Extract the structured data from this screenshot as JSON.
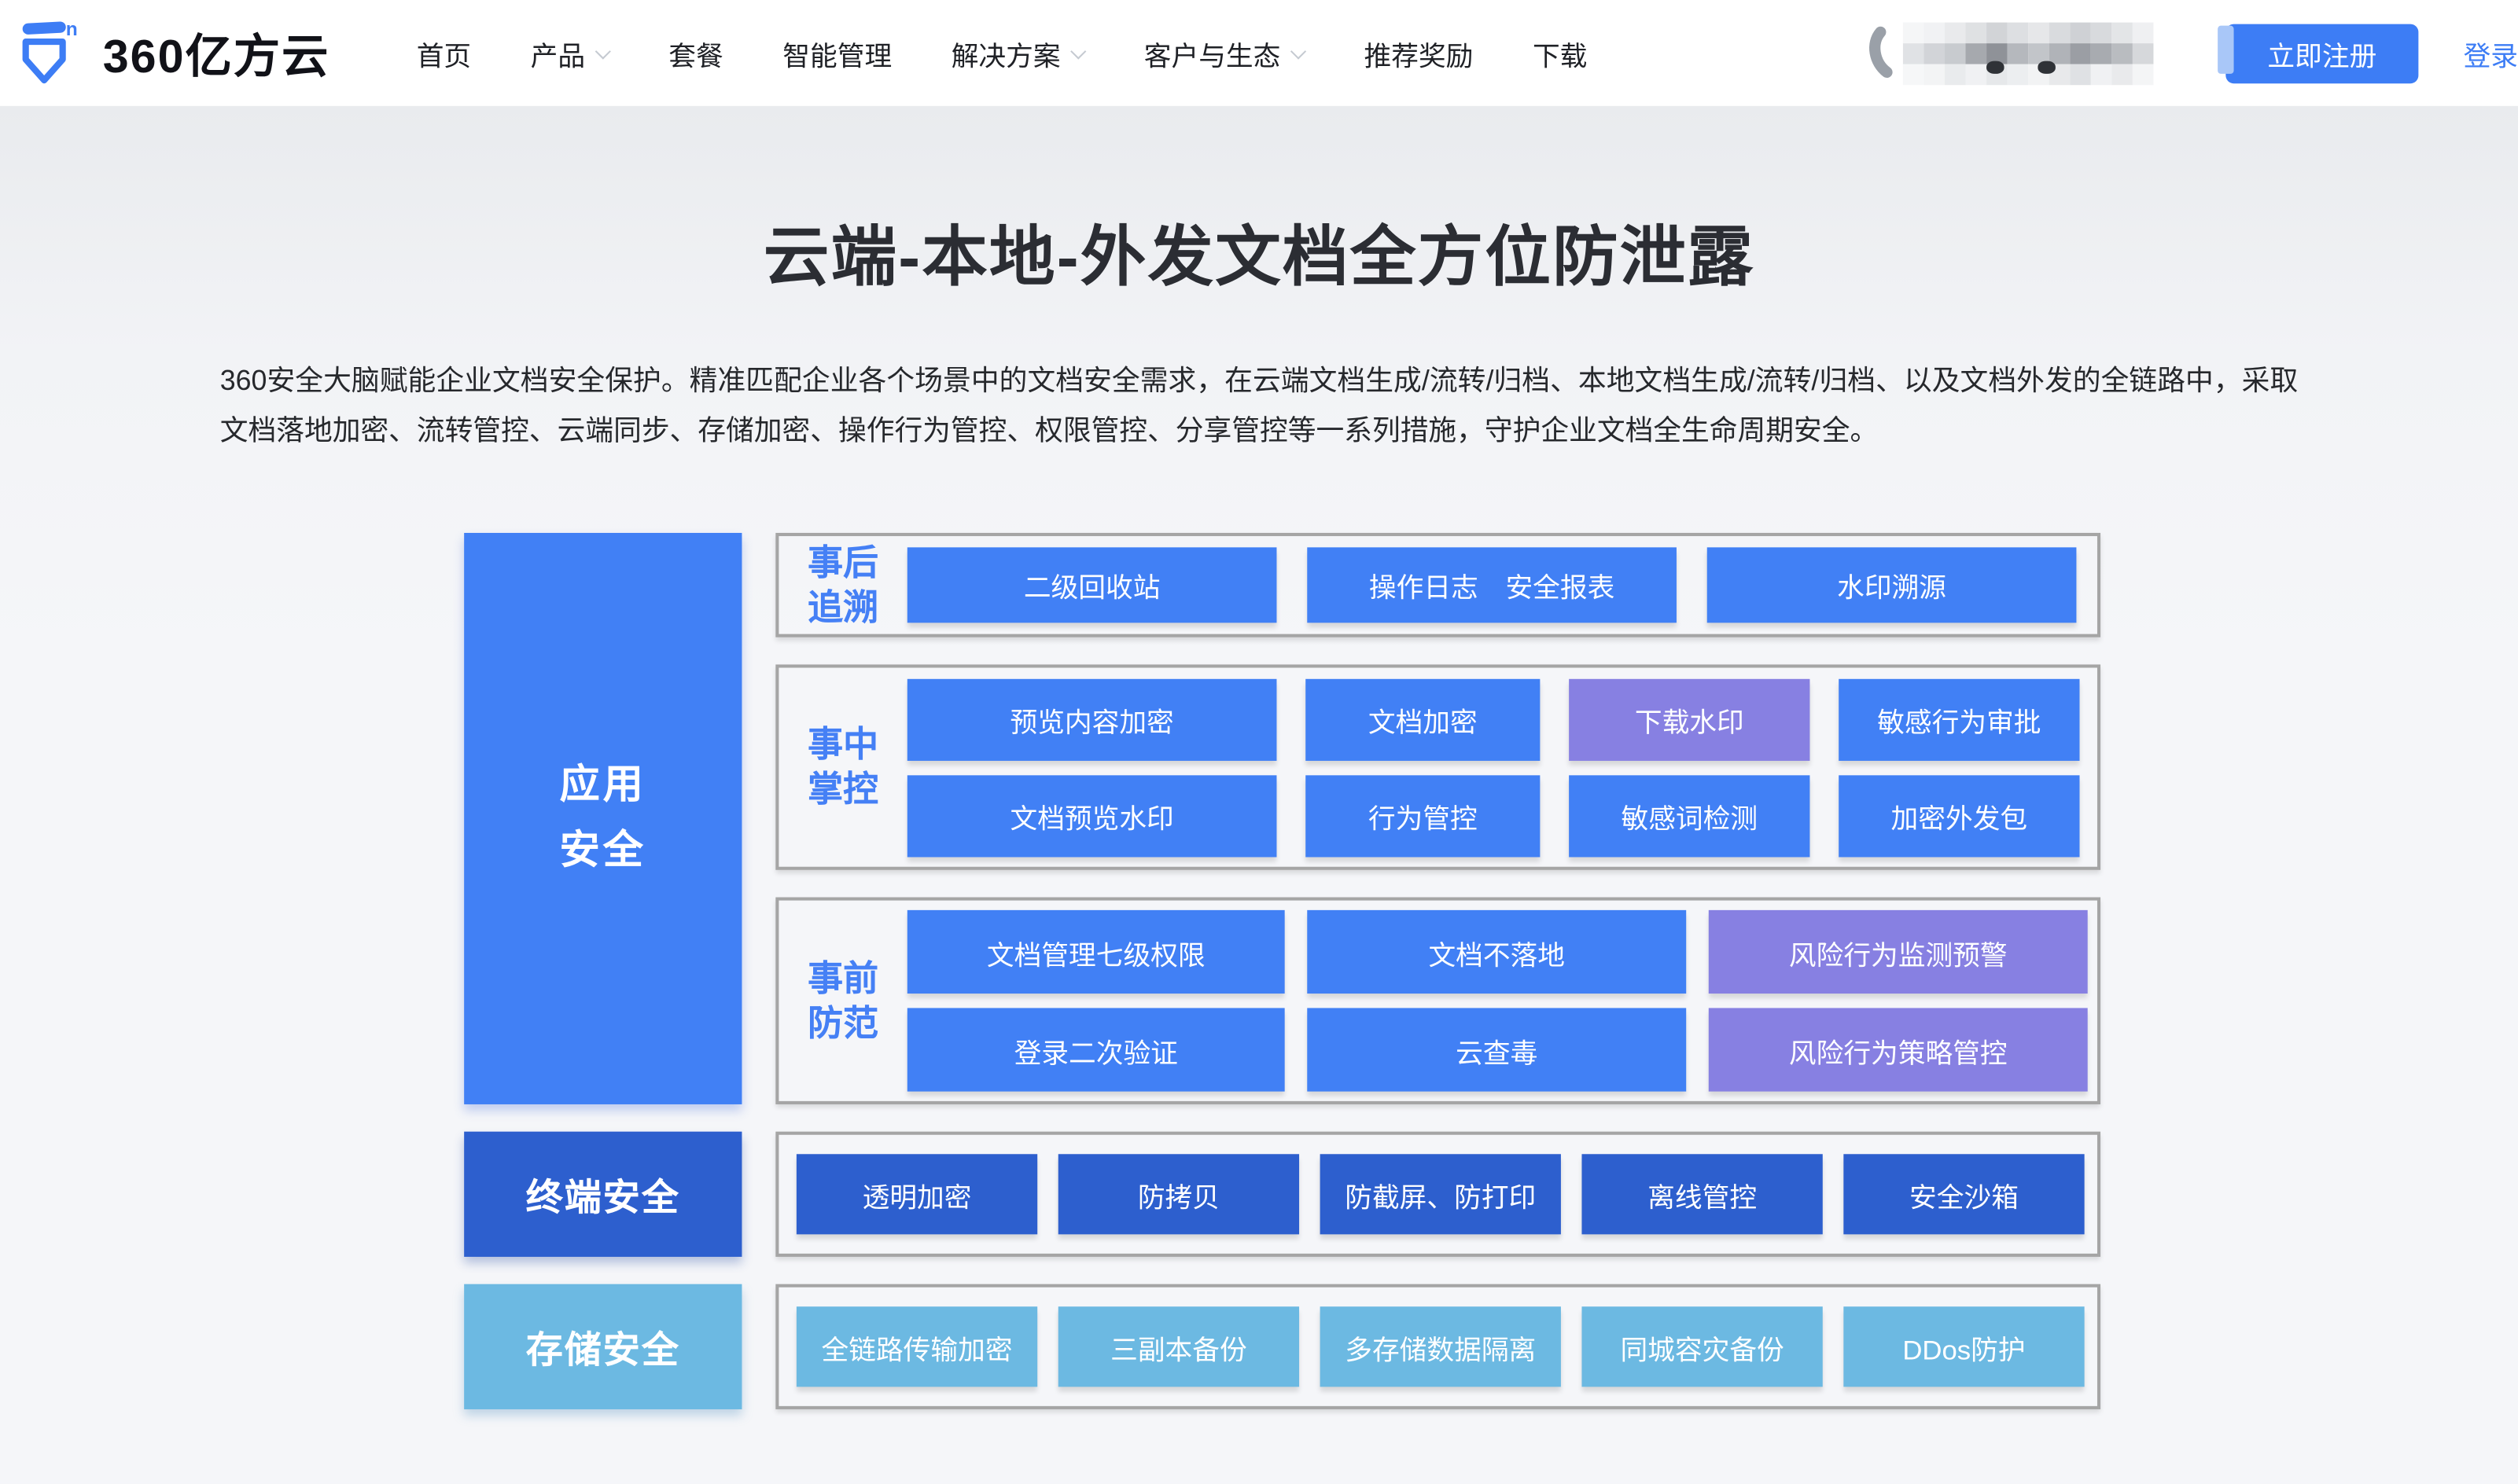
{
  "nav": {
    "logo_text": "360亿方云",
    "items": [
      {
        "label": "首页",
        "dropdown": false
      },
      {
        "label": "产品",
        "dropdown": true
      },
      {
        "label": "套餐",
        "dropdown": false
      },
      {
        "label": "智能管理",
        "dropdown": false
      },
      {
        "label": "解决方案",
        "dropdown": true
      },
      {
        "label": "客户与生态",
        "dropdown": true
      },
      {
        "label": "推荐奖励",
        "dropdown": false
      },
      {
        "label": "下载",
        "dropdown": false
      }
    ],
    "phone_number": "（号码已打码）",
    "register_label": "立即注册",
    "login_label": "登录"
  },
  "hero": {
    "title": "云端-本地-外发文档全方位防泄露",
    "description": "360安全大脑赋能企业文档安全保护。精准匹配企业各个场景中的文档安全需求，在云端文档生成/流转/归档、本地文档生成/流转/归档、以及文档外发的全链路中，采取文档落地加密、流转管控、云端同步、存储加密、操作行为管控、权限管控、分享管控等一系列措施，守护企业文档全生命周期安全。"
  },
  "diagram": {
    "left_columns": [
      {
        "id": "app",
        "text_lines": [
          "应用",
          "安全"
        ],
        "variant": "blue"
      },
      {
        "id": "terminal",
        "text": "终端安全",
        "variant": "dark"
      },
      {
        "id": "storage",
        "text": "存储安全",
        "variant": "light"
      }
    ],
    "groups": [
      {
        "label_lines": [
          "事后",
          "追溯"
        ],
        "rows": [
          [
            {
              "text": "二级回收站",
              "variant": "blue"
            },
            {
              "text": "操作日志　安全报表",
              "variant": "blue"
            },
            {
              "text": "水印溯源",
              "variant": "blue"
            }
          ]
        ]
      },
      {
        "label_lines": [
          "事中",
          "掌控"
        ],
        "rows": [
          [
            {
              "text": "预览内容加密",
              "variant": "blue"
            },
            {
              "text": "文档加密",
              "variant": "blue"
            },
            {
              "text": "下载水印",
              "variant": "purple"
            },
            {
              "text": "敏感行为审批",
              "variant": "blue"
            }
          ],
          [
            {
              "text": "文档预览水印",
              "variant": "blue"
            },
            {
              "text": "行为管控",
              "variant": "blue"
            },
            {
              "text": "敏感词检测",
              "variant": "blue"
            },
            {
              "text": "加密外发包",
              "variant": "blue"
            }
          ]
        ]
      },
      {
        "label_lines": [
          "事前",
          "防范"
        ],
        "rows": [
          [
            {
              "text": "文档管理七级权限",
              "variant": "blue"
            },
            {
              "text": "文档不落地",
              "variant": "blue"
            },
            {
              "text": "风险行为监测预警",
              "variant": "purple"
            }
          ],
          [
            {
              "text": "登录二次验证",
              "variant": "blue"
            },
            {
              "text": "云查毒",
              "variant": "blue"
            },
            {
              "text": "风险行为策略管控",
              "variant": "purple"
            }
          ]
        ]
      },
      {
        "label_lines": null,
        "rows": [
          [
            {
              "text": "透明加密",
              "variant": "dark"
            },
            {
              "text": "防拷贝",
              "variant": "dark"
            },
            {
              "text": "防截屏、防打印",
              "variant": "dark"
            },
            {
              "text": "离线管控",
              "variant": "dark"
            },
            {
              "text": "安全沙箱",
              "variant": "dark"
            }
          ]
        ]
      },
      {
        "label_lines": null,
        "rows": [
          [
            {
              "text": "全链路传输加密",
              "variant": "light"
            },
            {
              "text": "三副本备份",
              "variant": "light"
            },
            {
              "text": "多存储数据隔离",
              "variant": "light"
            },
            {
              "text": "同城容灾备份",
              "variant": "light"
            },
            {
              "text": "DDos防护",
              "variant": "light"
            }
          ]
        ]
      }
    ]
  },
  "colors": {
    "primary_blue": "#4180f5",
    "purple": "#8780e2",
    "dark_blue": "#2d5fce",
    "light_blue": "#6cb9e2",
    "accent_button": "#3d7df5",
    "label_blue": "#4580f5",
    "page_bg": "#f5f6f9"
  }
}
